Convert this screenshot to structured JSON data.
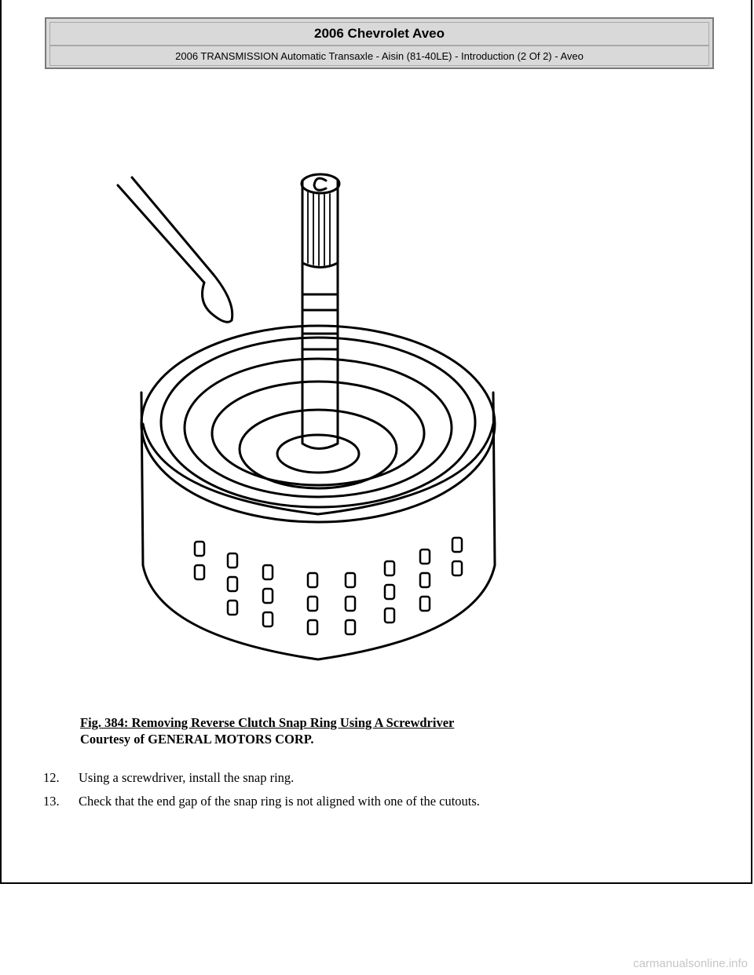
{
  "header": {
    "title": "2006 Chevrolet Aveo",
    "subtitle": "2006 TRANSMISSION Automatic Transaxle - Aisin (81-40LE) - Introduction (2 Of 2) - Aveo"
  },
  "figure": {
    "caption": "Fig. 384: Removing Reverse Clutch Snap Ring Using A Screwdriver",
    "courtesy": "Courtesy of GENERAL MOTORS CORP."
  },
  "steps": [
    {
      "number": "12.",
      "text": "Using a screwdriver, install the snap ring."
    },
    {
      "number": "13.",
      "text": "Check that the end gap of the snap ring is not aligned with one of the cutouts."
    }
  ],
  "watermark": "carmanualsonline.info"
}
